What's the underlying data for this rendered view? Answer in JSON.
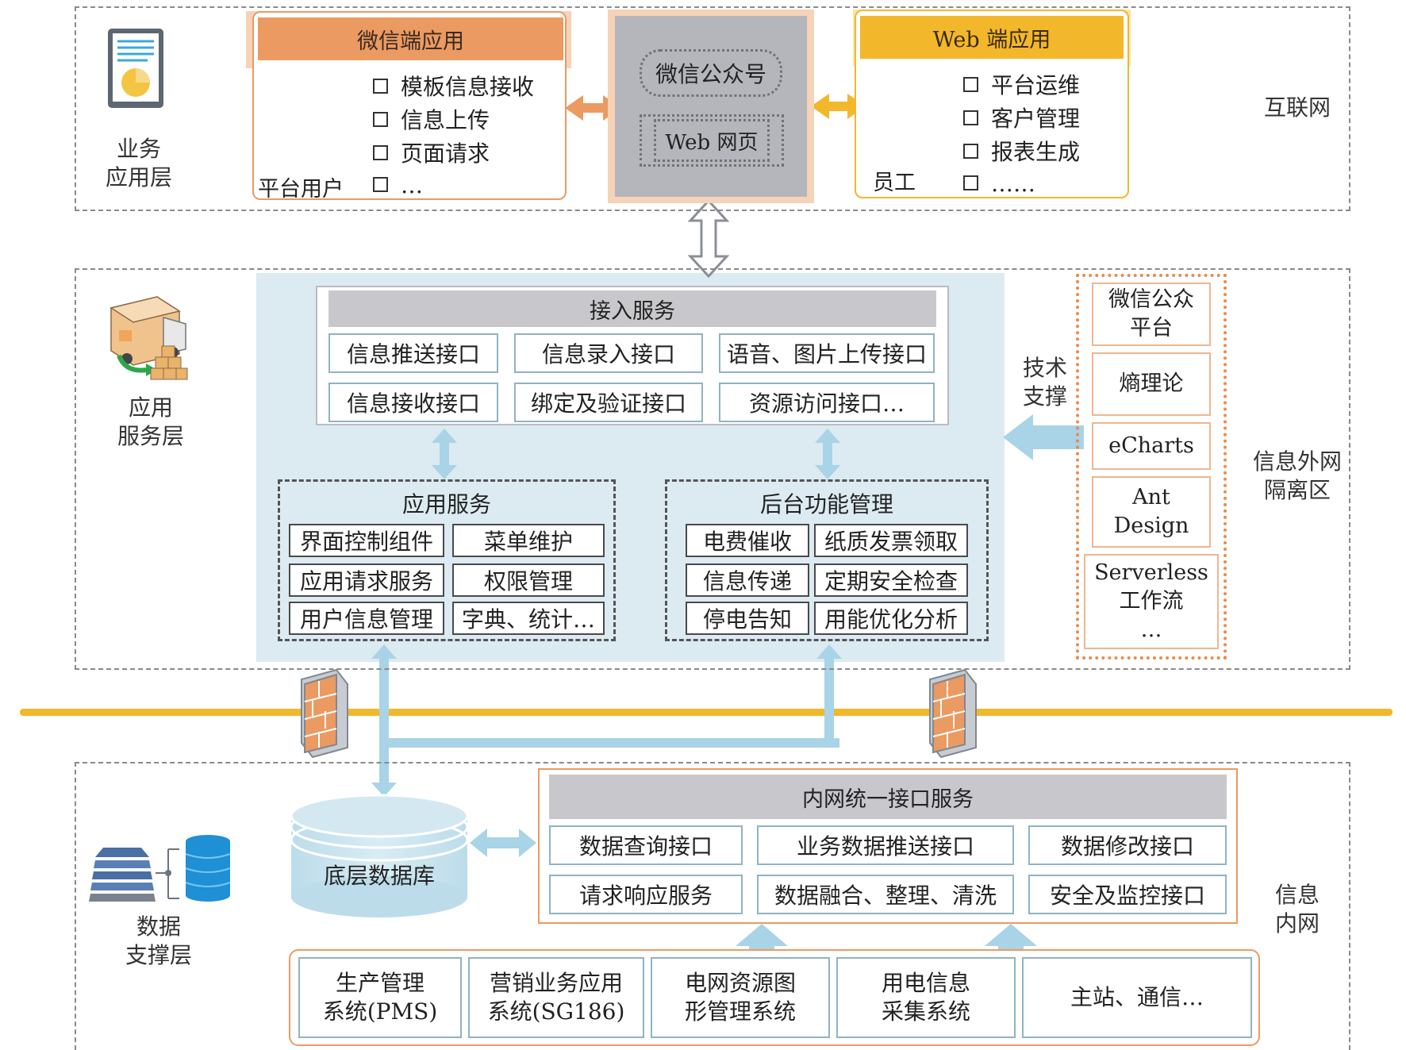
{
  "layers": {
    "business": "业务\n应用层",
    "service": "应用\n服务层",
    "data": "数据\n支撑层"
  },
  "zones": {
    "internet": "互联网",
    "dmz": "信息外网\n隔离区",
    "intranet": "信息\n内网"
  },
  "wechat_app": {
    "title": "微信端应用",
    "user": "平台用户",
    "items": [
      "模板信息接收",
      "信息上传",
      "页面请求",
      "…"
    ]
  },
  "center": {
    "official_account": "微信公众号",
    "web_page": "Web 网页"
  },
  "web_app": {
    "title": "Web 端应用",
    "user": "员工",
    "items": [
      "平台运维",
      "客户管理",
      "报表生成",
      "……"
    ]
  },
  "access_service": {
    "title": "接入服务",
    "items": [
      "信息推送接口",
      "信息录入接口",
      "语音、图片上传接口",
      "信息接收接口",
      "绑定及验证接口",
      "资源访问接口…"
    ]
  },
  "app_service": {
    "title": "应用服务",
    "items": [
      "界面控制组件",
      "菜单维护",
      "应用请求服务",
      "权限管理",
      "用户信息管理",
      "字典、统计…"
    ]
  },
  "backend": {
    "title": "后台功能管理",
    "items": [
      "电费催收",
      "纸质发票领取",
      "信息传递",
      "定期安全检查",
      "停电告知",
      "用能优化分析"
    ]
  },
  "tech_support": {
    "label": "技术\n支撑",
    "items": [
      "微信公众\n平台",
      "熵理论",
      "eCharts",
      "Ant\nDesign",
      "Serverless\n工作流\n…"
    ]
  },
  "database": "底层数据库",
  "intranet_service": {
    "title": "内网统一接口服务",
    "items": [
      "数据查询接口",
      "业务数据推送接口",
      "数据修改接口",
      "请求响应服务",
      "数据融合、整理、清洗",
      "安全及监控接口"
    ]
  },
  "systems": [
    "生产管理\n系统(PMS)",
    "营销业务应用\n系统(SG186)",
    "电网资源图\n形管理系统",
    "用电信息\n采集系统",
    "主站、通信…"
  ],
  "colors": {
    "orange": "#eb9a62",
    "yellow": "#f2b72a",
    "light_blue": "#a9d3e6",
    "blue_panel": "#dcebf2",
    "gray": "#c8c8cc",
    "dark_gray": "#b4b6bb"
  }
}
